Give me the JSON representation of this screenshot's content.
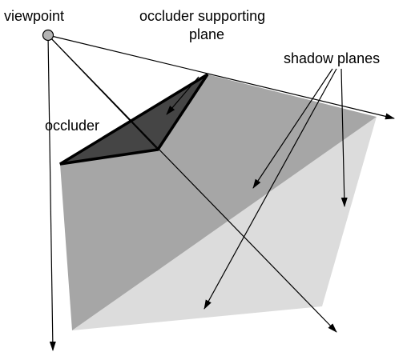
{
  "labels": {
    "viewpoint": "viewpoint",
    "occluder_plane_line1": "occluder supporting",
    "occluder_plane_line2": "plane",
    "shadow_planes": "shadow planes",
    "occluder": "occluder"
  },
  "colors": {
    "background": "#ffffff",
    "shadow_plane_light": "#dcdcdc",
    "shadow_plane_mid": "#a6a6a6",
    "occluder_fill": "#454545",
    "viewpoint_fill": "#b4b4b4",
    "line": "#000000"
  }
}
